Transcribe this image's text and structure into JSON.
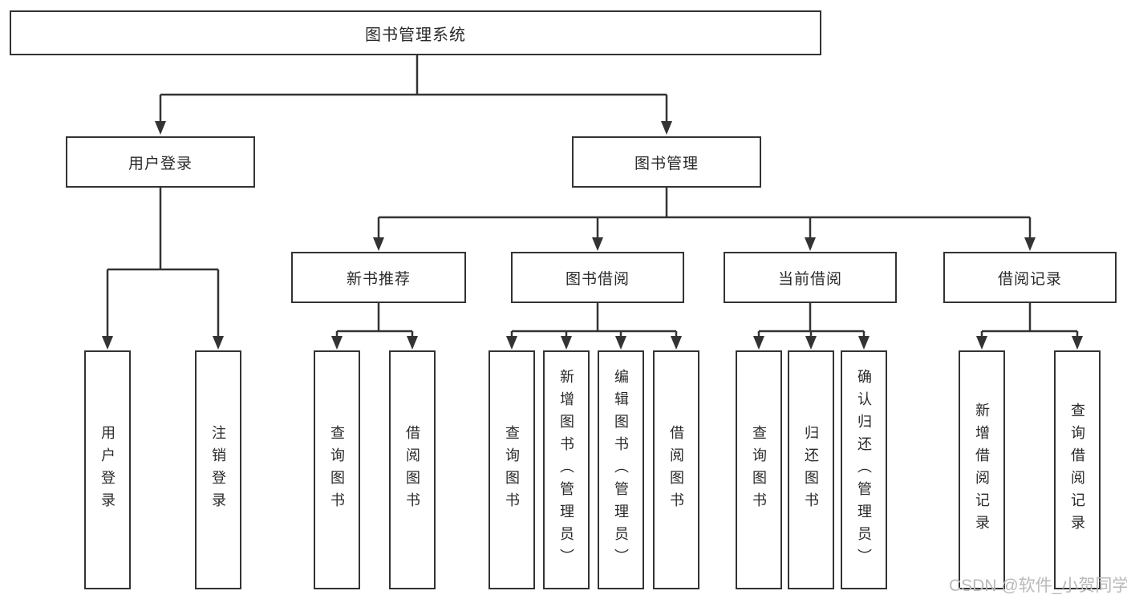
{
  "nodes": {
    "root": "图书管理系统",
    "level2": [
      "用户登录",
      "图书管理"
    ],
    "level3": [
      "新书推荐",
      "图书借阅",
      "当前借阅",
      "借阅记录"
    ],
    "leaves": {
      "user_login": [
        "用户登录",
        "注销登录"
      ],
      "new_book_recommend": [
        "查询图书",
        "借阅图书"
      ],
      "book_borrow": [
        "查询图书",
        "新增图书（管理员）",
        "编辑图书（管理员）",
        "借阅图书"
      ],
      "current_borrow": [
        "查询图书",
        "归还图书",
        "确认归还（管理员）"
      ],
      "borrow_records": [
        "新增借阅记录",
        "查询借阅记录"
      ]
    }
  },
  "watermark": "CSDN @软件_小贺同学",
  "colors": {
    "line": "#333333",
    "border": "#333333",
    "text": "#2a2a2a",
    "watermark": "#b9b9b9",
    "background": "#ffffff"
  }
}
